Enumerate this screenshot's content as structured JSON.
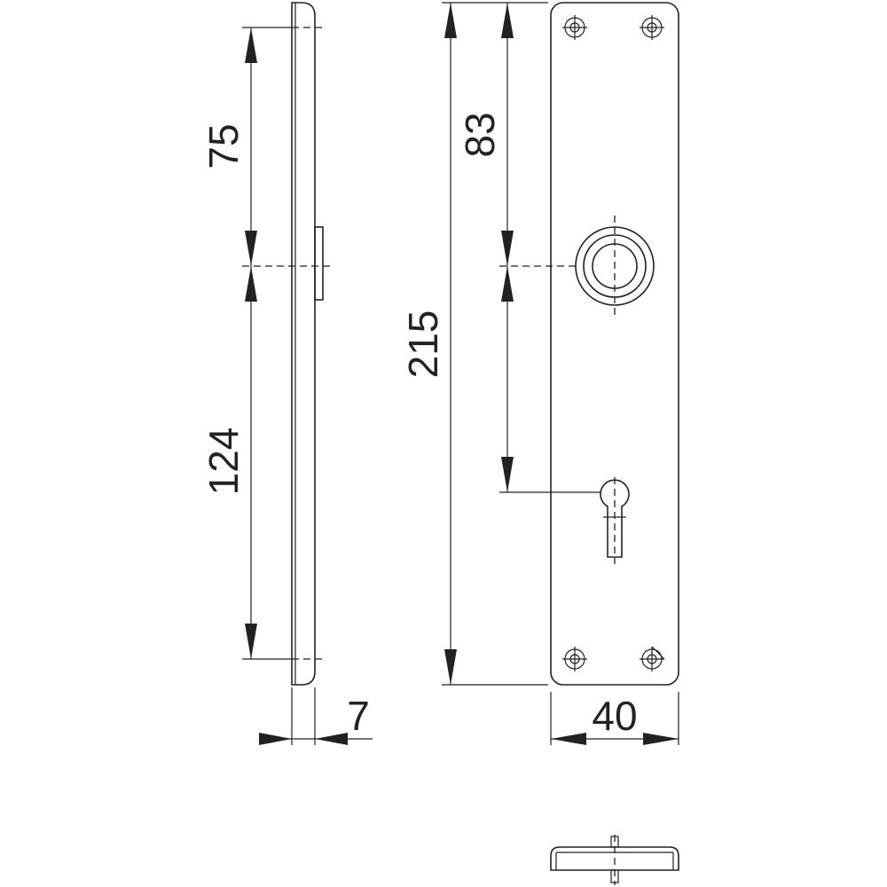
{
  "dimensions": {
    "side_upper": "75",
    "side_lower": "124",
    "total_height": "215",
    "handle_offset": "83",
    "thickness": "7",
    "width": "40"
  },
  "colors": {
    "line": "#222222",
    "background": "#ffffff"
  }
}
